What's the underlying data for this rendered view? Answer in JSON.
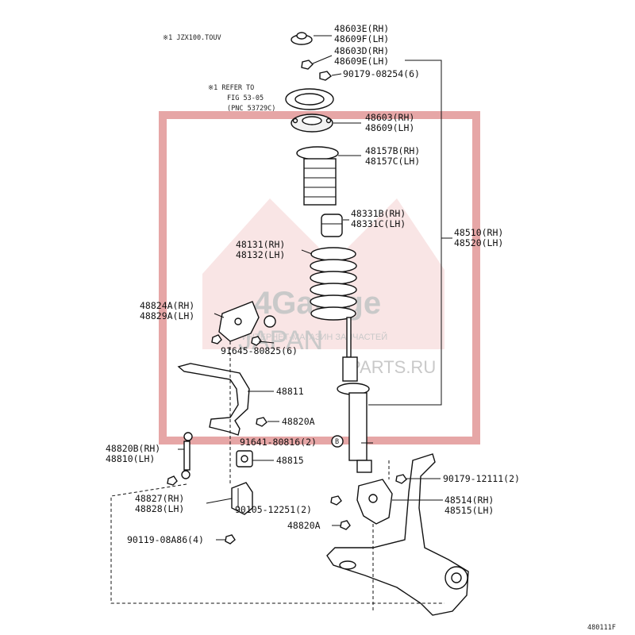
{
  "header_note": "※1 JZX100.TOUV",
  "refer_note": [
    "※1 REFER TO",
    "FIG 53-05",
    "(PNC 53729C)"
  ],
  "figure_id": "480111F",
  "watermark": {
    "brand": "4Garage",
    "line1": "JAPAN",
    "line2": "ИНТЕРНЕТ-МАГАЗИН ЗАПЧАСТЕЙ",
    "line3": "PARTS.RU"
  },
  "callouts": {
    "p48603e": [
      "48603E(RH)",
      "48609F(LH)"
    ],
    "p48603d": [
      "48603D(RH)",
      "48609E(LH)"
    ],
    "p90179_08254": [
      "90179-08254(6)"
    ],
    "p48603": [
      "48603(RH)",
      "48609(LH)"
    ],
    "p48157b": [
      "48157B(RH)",
      "48157C(LH)"
    ],
    "p48331b": [
      "48331B(RH)",
      "48331C(LH)"
    ],
    "p48510": [
      "48510(RH)",
      "48520(LH)"
    ],
    "p48131": [
      "48131(RH)",
      "48132(LH)"
    ],
    "p48824a": [
      "48824A(RH)",
      "48829A(LH)"
    ],
    "p91645": [
      "91645-80825(6)"
    ],
    "p48811": [
      "48811"
    ],
    "p48820a_top": [
      "48820A"
    ],
    "p91641": [
      "91641-80816(2)"
    ],
    "p48820b": [
      "48820B(RH)",
      "48810(LH)"
    ],
    "p48815": [
      "48815"
    ],
    "p90179_12111": [
      "90179-12111(2)"
    ],
    "p48827": [
      "48827(RH)",
      "48828(LH)"
    ],
    "p48514": [
      "48514(RH)",
      "48515(LH)"
    ],
    "p90105": [
      "90105-12251(2)"
    ],
    "p48820a_bot": [
      "48820A"
    ],
    "p90119": [
      "90119-08A86(4)"
    ]
  },
  "markers": {
    "b": "B"
  },
  "colors": {
    "ink": "#111111",
    "watermark_red": "#e6a6a6",
    "watermark_grey": "#c9c9c9"
  }
}
